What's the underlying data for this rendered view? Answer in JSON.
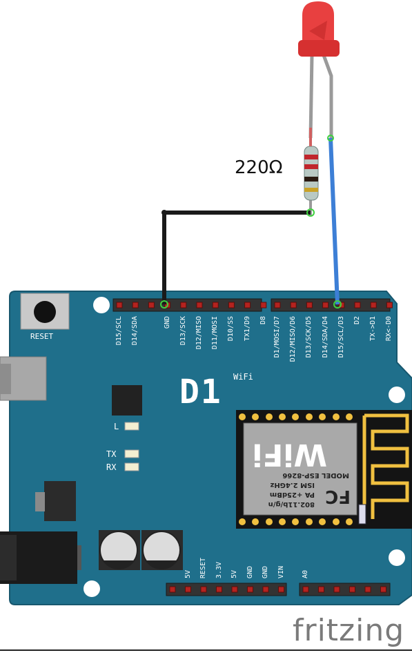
{
  "resistor_label": "220Ω",
  "board": {
    "reset_label": "RESET",
    "logo": "D1",
    "logo_sup": "WiFi",
    "led_labels": [
      "L",
      "TX",
      "RX"
    ],
    "top_pins_left": [
      "D15/SCL",
      "D14/SDA",
      "",
      "GND",
      "D13/SCK",
      "D12/MISO",
      "D11/MOSI",
      "D10/SS",
      "TX1/D9",
      "D8"
    ],
    "top_pins_right": [
      "D1/MOSI/D7",
      "D12/MISO/D6",
      "D13/SCK/D5",
      "D14/SDA/D4",
      "D15/SCL/D3",
      "D2",
      "TX->D1",
      "RX<-D0"
    ],
    "bottom_pins_left": [
      "",
      "5V",
      "RESET",
      "3.3V",
      "5V",
      "GND",
      "GND",
      "VIN"
    ],
    "bottom_pins_right": [
      "A0",
      "",
      "",
      "",
      "",
      ""
    ]
  },
  "module": {
    "fc": "FC",
    "spec_lines": [
      "802.11b/g/n",
      "PA +25dBm",
      "ISM 2.4GHz",
      "MODEL  ESP-8266"
    ],
    "wifi_text": "WiFi"
  },
  "watermark": "fritzing",
  "colors": {
    "board": "#1f6f8b",
    "wire_black": "#1a1a1a",
    "wire_blue": "#3d7fd6",
    "led": "#e84040"
  }
}
